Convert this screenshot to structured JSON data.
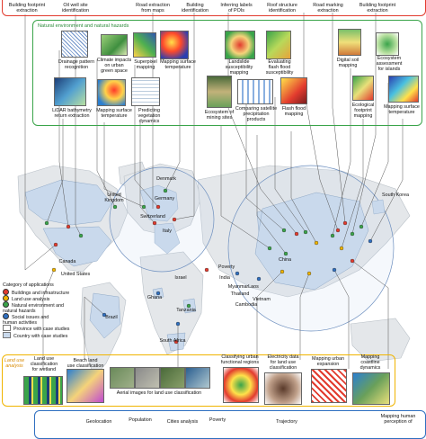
{
  "top_row": {
    "building_footprint": "Building footprint\nextraction",
    "oil_well": "Oil well site\nidentification",
    "road_extraction": "Road extraction\nfrom maps",
    "building_identification": "Building\nidentification",
    "inferring_pois": "Inferring labels\nof POIs",
    "roof_structure": "Roof structure\nidentification",
    "road_marking": "Road marking\nextraction",
    "building_footprint_right": "Building footprint\nextraction"
  },
  "natural_panel": {
    "title": "Natural environment and natural hazards",
    "items": {
      "drainage": "Drainage pattern\nrecognition",
      "climate": "Climate impacts\non urban\ngreen space",
      "superpixel": "Superpixel\nmapping",
      "surface_temp": "Mapping surface\ntemperature",
      "lidar": "LiDAR bathymetry\nreturn extraction",
      "surface_temp2": "Mapping surface\ntemperature",
      "vegetation": "Predicting\nvegetation\ndynamics",
      "ecosystem_mining": "Ecosystem of\nmining sites",
      "landslide": "Landslide\nsusceptibility\nmapping",
      "flash_flood_eval": "Evaluating\nflash flood\nsusceptibility",
      "satellite_precip": "Comparing satellite\nprecipitation\nproducts",
      "flash_flood_map": "Flash flood\nmapping",
      "digital_soil": "Digital soil\nmapping",
      "ecosystem_islands": "Ecosystem\nassessment\nfor islands",
      "ecological_footprint": "Ecological\nfootprint\nmapping",
      "surface_temp3": "Mapping surface\ntemperature"
    }
  },
  "countries": {
    "denmark": "Denmark",
    "united_kingdom": "United\nKingdom",
    "germany": "Germany",
    "switzerland": "Switzerland",
    "italy": "Italy",
    "canada": "Canada",
    "united_states": "United States",
    "israel": "Israel",
    "ghana": "Ghana",
    "tanzania": "Tanzania",
    "brazil": "Brazil",
    "south_africa": "South Africa",
    "china": "China",
    "south_korea": "South Korea",
    "india": "India",
    "myanmar": "Myanmar",
    "laos": "Laos",
    "thailand": "Thailand",
    "vietnam": "Vietnam",
    "cambodia": "Cambodia",
    "poverty": "Poverty"
  },
  "legend": {
    "category_title": "Category of applications",
    "items": [
      {
        "label": "Buildings and infrastructure",
        "color": "#e23b2e",
        "shape": "dot"
      },
      {
        "label": "Land use analysis",
        "color": "#f0b400",
        "shape": "dot"
      },
      {
        "label": "Natural environment and\nnatural hazards",
        "color": "#3aa44a",
        "shape": "dot"
      },
      {
        "label": "Social issues and\nhuman activities",
        "color": "#2f6fc0",
        "shape": "dot"
      },
      {
        "label": "Province with case studies",
        "color": "#ffffff",
        "shape": "square"
      },
      {
        "label": "Country with case studies",
        "color": "#c9d9ec",
        "shape": "square"
      }
    ]
  },
  "land_use_panel": {
    "title": "Land use\nanalysis",
    "items": {
      "wetland": "Land use\nclassification\nfor wetland",
      "beach": "Beach land\nuse classification",
      "aerial": "Aerial images for land use classification",
      "functional": "Classifying urban\nfunctional regions",
      "electricity": "Electricity data\nfor land use\nclassification",
      "urban_expansion": "Mapping urban\nexpansion",
      "coastline": "Mapping\ncoastline\ndynamics"
    }
  },
  "bottom_row": {
    "geolocation": "Geolocation",
    "population": "Population",
    "cities_analysis": "Cities analysis",
    "poverty": "Poverty",
    "trajectory": "Trajectory",
    "mapping_human": "Mapping human\nperception of"
  },
  "colors": {
    "red": "#e23b2e",
    "yellow": "#f0b400",
    "green": "#3aa44a",
    "blue": "#2f6fc0",
    "country_fill": "#c9d9ec",
    "land_fill": "#e4e7ea",
    "green_panel_border": "#3aa44a",
    "orange_panel_border": "#f0b400"
  }
}
